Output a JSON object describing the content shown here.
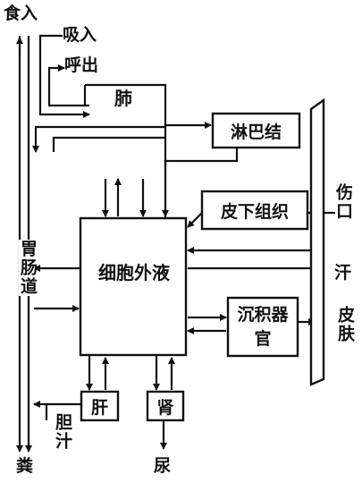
{
  "labels": {
    "food_in": "食入",
    "inhale": "吸入",
    "exhale": "呼出",
    "lung": "肺",
    "lymph": "淋巴结",
    "subcutaneous": "皮下组织",
    "wound": "伤口",
    "gut": "胃肠道",
    "ecf": "细胞外液",
    "sweat": "汗",
    "deposit_organ": "沉积器官",
    "skin": "皮肤",
    "liver": "肝",
    "kidney": "肾",
    "bile": "胆汁",
    "feces": "粪",
    "urine": "尿"
  },
  "colors": {
    "ink": "#111111",
    "paper": "#ffffff"
  }
}
